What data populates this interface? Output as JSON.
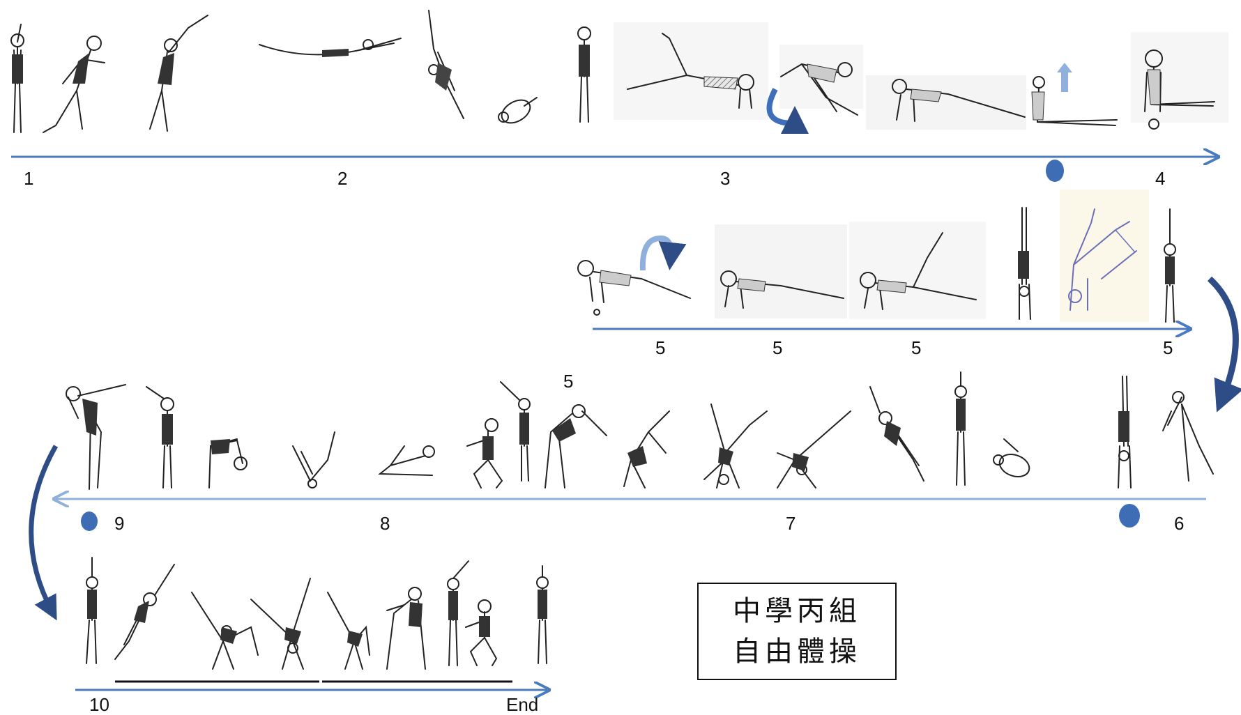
{
  "title": {
    "line1": "中學丙組",
    "line2": "自由體操"
  },
  "row1": {
    "labels": [
      "1",
      "2",
      "3",
      "4"
    ]
  },
  "row2": {
    "labels": [
      "5",
      "5",
      "5",
      "5"
    ]
  },
  "row3": {
    "labels": [
      "5",
      "9",
      "8",
      "7",
      "6"
    ]
  },
  "row4": {
    "start": "10",
    "end": "End"
  },
  "colors": {
    "arrow": "#4a7bbf",
    "arrow_light": "#8fb0dc",
    "dot": "#3e6db5",
    "curve": "#2e4d86"
  }
}
